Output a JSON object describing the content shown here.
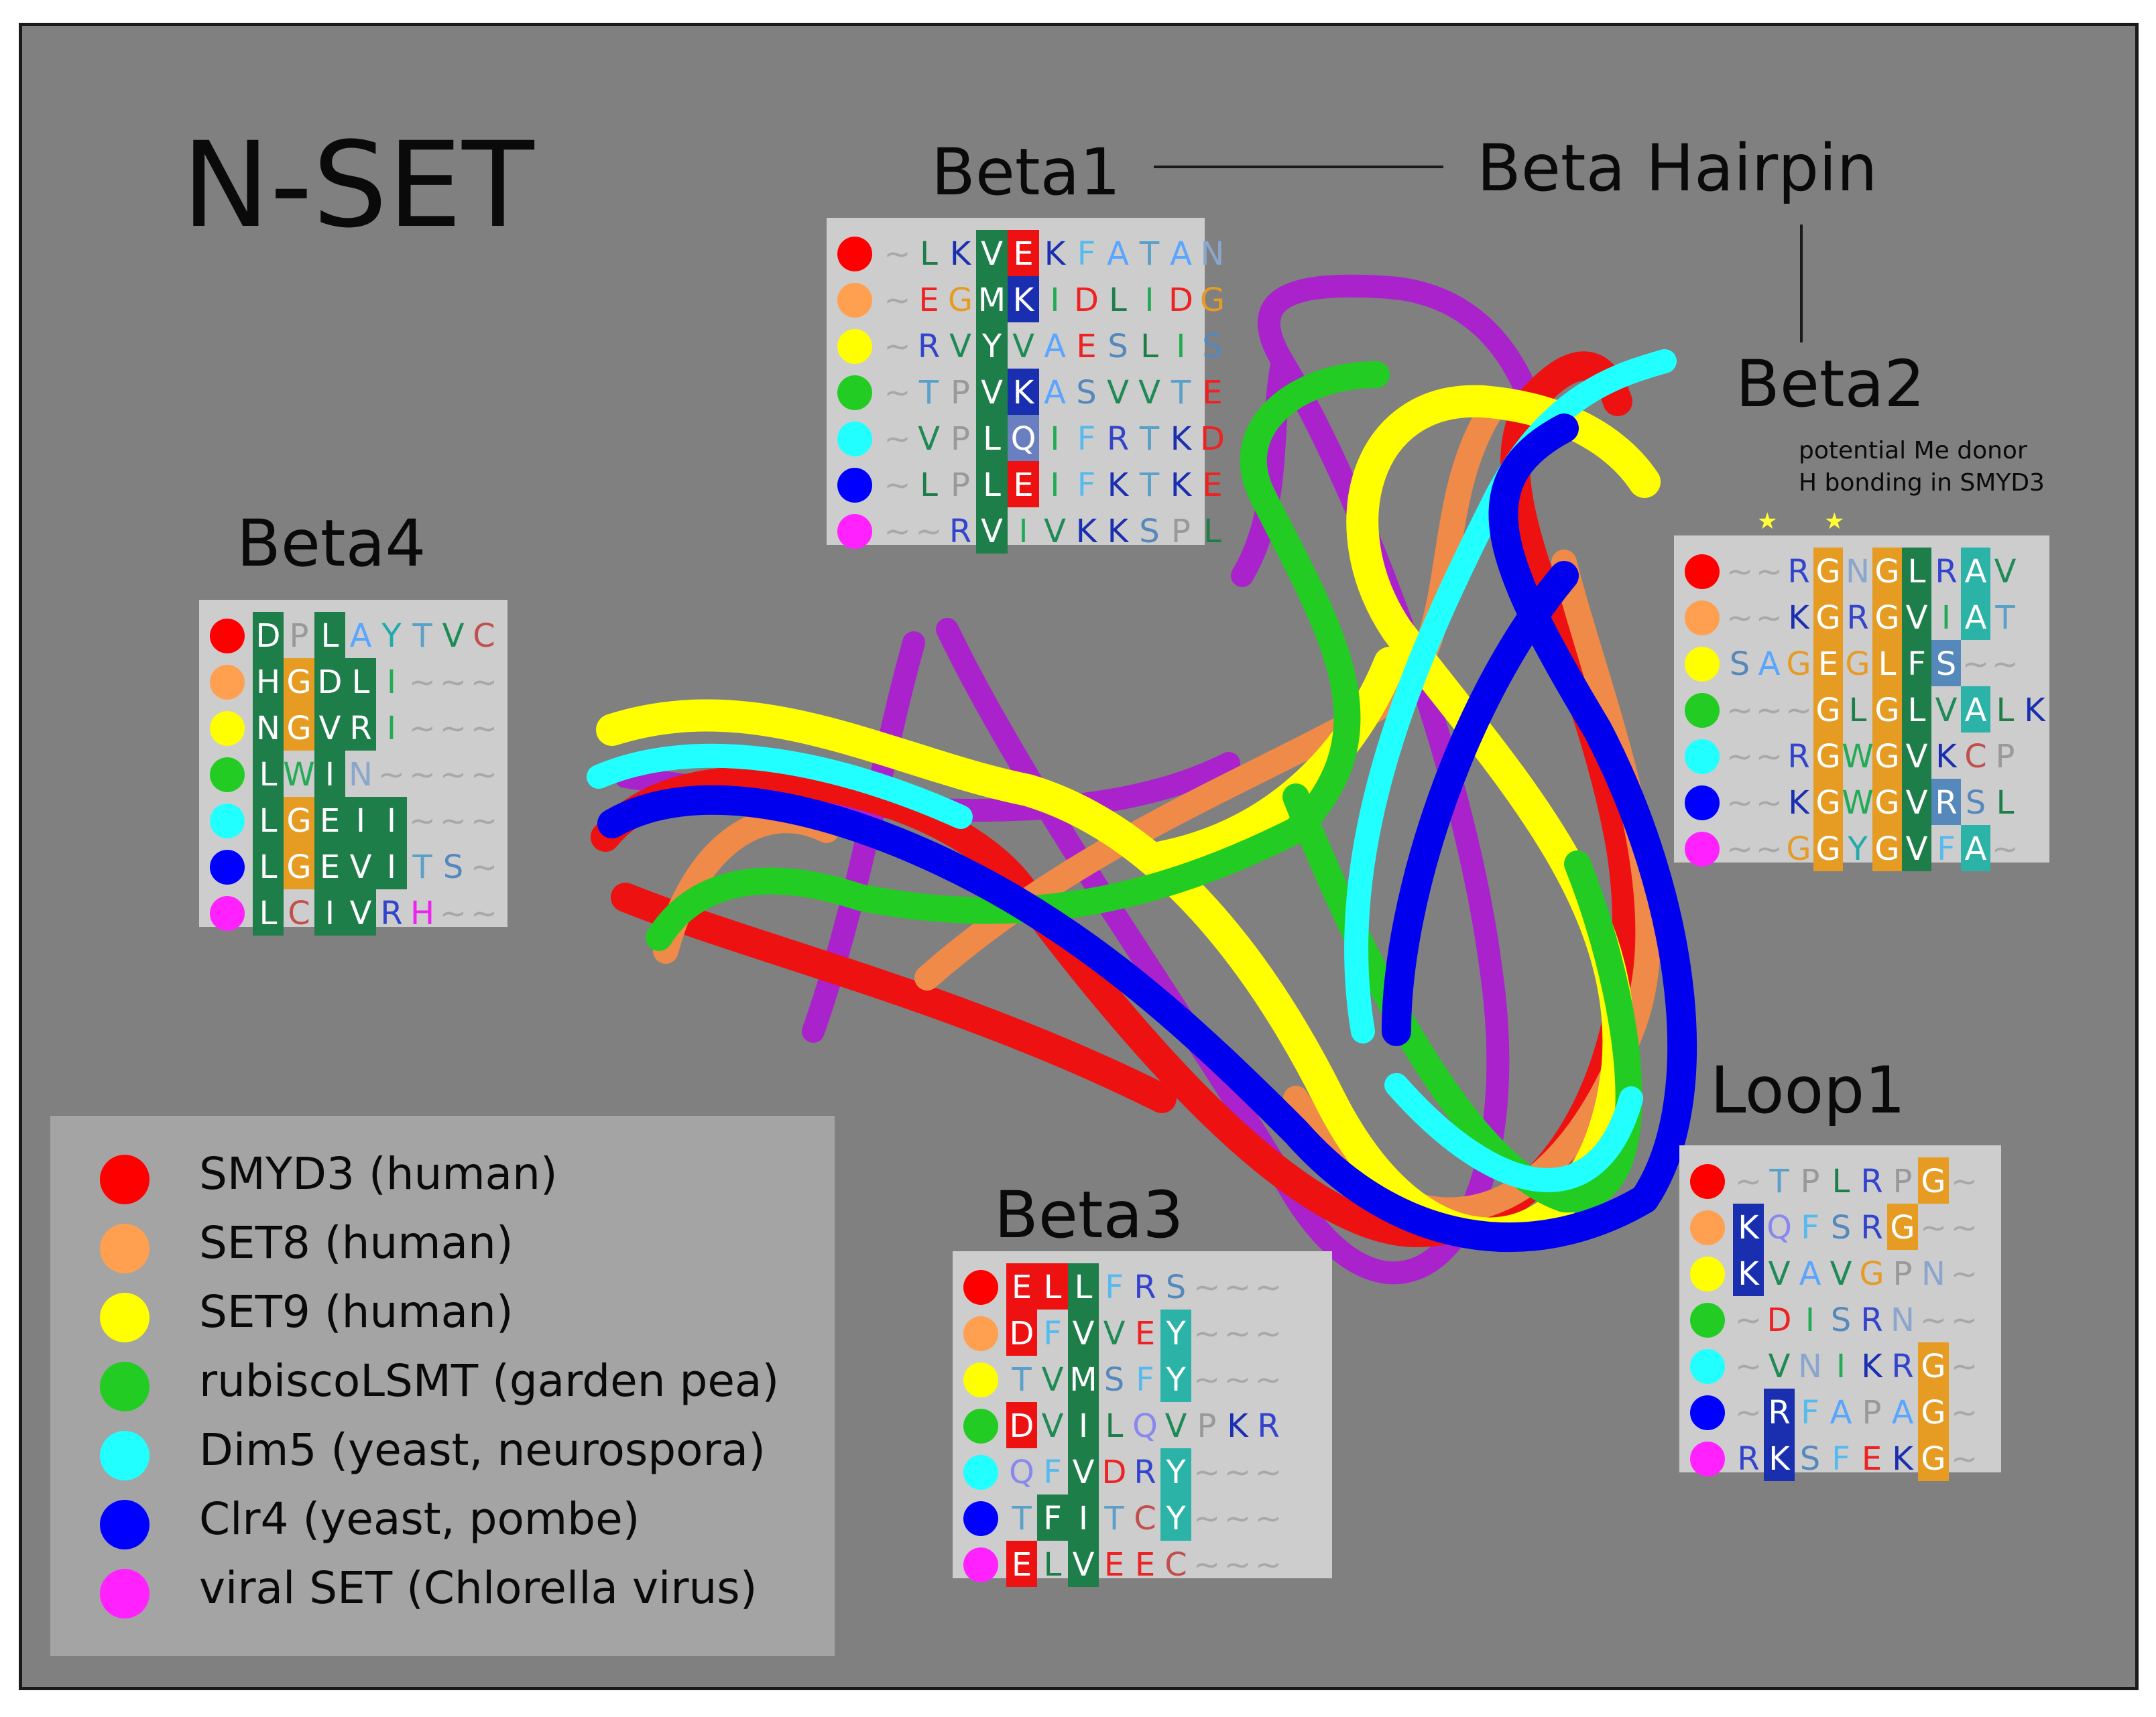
{
  "labels": {
    "title": "N-SET",
    "beta1": "Beta1",
    "beta_hairpin": "Beta Hairpin",
    "beta2": "Beta2",
    "beta3": "Beta3",
    "beta4": "Beta4",
    "loop1": "Loop1",
    "note_line1": "potential Me donor",
    "note_line2": "H bonding in SMYD3"
  },
  "series_colors": [
    "#ff0000",
    "#ffa050",
    "#ffff00",
    "#22cc22",
    "#22ffff",
    "#0000ff",
    "#ff22ff"
  ],
  "legend": [
    {
      "label": "SMYD3 (human)",
      "color": "#ff0000"
    },
    {
      "label": "SET8 (human)",
      "color": "#ffa050"
    },
    {
      "label": "SET9 (human)",
      "color": "#ffff00"
    },
    {
      "label": "rubiscoLSMT (garden pea)",
      "color": "#22cc22"
    },
    {
      "label": "Dim5 (yeast, neurospora)",
      "color": "#22ffff"
    },
    {
      "label": "Clr4 (yeast, pombe)",
      "color": "#0000ff"
    },
    {
      "label": "viral SET (Chlorella virus)",
      "color": "#ff22ff"
    }
  ],
  "alignments": {
    "beta1": {
      "rows": [
        "~LKVEKFATAN",
        "~EGMKIDLIDG",
        "~RVYVAESLIS",
        "~TPVKASVVTE",
        "~VPLQIFRTKD",
        "~LPLEIFKTKE",
        "~~RVIVKKSPL"
      ],
      "columns_shaded": [
        [
          3,
          "#1e7e4a"
        ]
      ],
      "cells_shaded": [
        [
          0,
          4,
          "#ee1111"
        ],
        [
          1,
          4,
          "#1a2fb0"
        ],
        [
          3,
          4,
          "#1a2fb0"
        ],
        [
          4,
          4,
          "#6a7fc0"
        ],
        [
          5,
          4,
          "#ee1111"
        ]
      ]
    },
    "beta2": {
      "rows": [
        "~~RGNGLRAV",
        "~~KGRGVIAT",
        "SAGEGLFS~~",
        "~~~GLGLVALK",
        "~~RGWGVKCP",
        "~~KGWGVRSL",
        "~~GGYGVFA~"
      ],
      "columns_shaded": [
        [
          3,
          "#e69b23"
        ],
        [
          5,
          "#e69b23"
        ],
        [
          6,
          "#1e7e4a"
        ]
      ],
      "cells_shaded": [
        [
          0,
          8,
          "#2bb3a8"
        ],
        [
          1,
          8,
          "#2bb3a8"
        ],
        [
          2,
          7,
          "#5588bb"
        ],
        [
          3,
          8,
          "#2bb3a8"
        ],
        [
          5,
          7,
          "#5588bb"
        ],
        [
          6,
          8,
          "#2bb3a8"
        ]
      ]
    },
    "beta3": {
      "rows": [
        "ELLFRS~~~",
        "DFVVEY~~~",
        "TVMSFY~~~",
        "DVILQVPKR",
        "QFVDRY~~~",
        "TFITCY~~~",
        "ELVEEC~~~"
      ],
      "columns_shaded": [
        [
          2,
          "#1e7e4a"
        ]
      ],
      "cells_shaded": [
        [
          0,
          0,
          "#ee1111"
        ],
        [
          1,
          0,
          "#ee1111"
        ],
        [
          3,
          0,
          "#ee1111"
        ],
        [
          6,
          0,
          "#ee1111"
        ],
        [
          1,
          5,
          "#2bb3a8"
        ],
        [
          2,
          5,
          "#2bb3a8"
        ],
        [
          4,
          5,
          "#2bb3a8"
        ],
        [
          5,
          5,
          "#2bb3a8"
        ],
        [
          5,
          1,
          "#1e7e4a"
        ],
        [
          0,
          1,
          "#ee1111"
        ]
      ]
    },
    "beta4": {
      "rows": [
        "DPLAYTVC",
        "HGDLI~~~",
        "NGVRI~~~",
        "LWIN~~~~",
        "LGEII~~~",
        "LGEVITS~",
        "LCIVRH~~"
      ],
      "columns_shaded": [
        [
          0,
          "#1e7e4a"
        ],
        [
          2,
          "#1e7e4a"
        ]
      ],
      "cells_shaded": [
        [
          1,
          1,
          "#e69b23"
        ],
        [
          2,
          1,
          "#e69b23"
        ],
        [
          4,
          1,
          "#e69b23"
        ],
        [
          5,
          1,
          "#e69b23"
        ],
        [
          1,
          3,
          "#1e7e4a"
        ],
        [
          2,
          3,
          "#1e7e4a"
        ],
        [
          3,
          2,
          "#1e7e4a"
        ],
        [
          4,
          3,
          "#1e7e4a"
        ],
        [
          5,
          3,
          "#1e7e4a"
        ],
        [
          6,
          3,
          "#1e7e4a"
        ],
        [
          4,
          4,
          "#1e7e4a"
        ],
        [
          5,
          4,
          "#1e7e4a"
        ]
      ]
    },
    "loop1": {
      "rows": [
        "~TPLRPG~",
        "KQFSRG~~",
        "KVAVGPN~",
        "~DISRN~~",
        "~VNIKRG~",
        "~RFAPAG~",
        "RKSFEKG~"
      ],
      "columns_shaded": [],
      "cells_shaded": [
        [
          0,
          6,
          "#e69b23"
        ],
        [
          1,
          5,
          "#e69b23"
        ],
        [
          4,
          6,
          "#e69b23"
        ],
        [
          5,
          6,
          "#e69b23"
        ],
        [
          6,
          6,
          "#e69b23"
        ],
        [
          1,
          0,
          "#1a2fb0"
        ],
        [
          2,
          0,
          "#1a2fb0"
        ],
        [
          5,
          1,
          "#1a2fb0"
        ],
        [
          6,
          1,
          "#1a2fb0"
        ]
      ]
    }
  }
}
